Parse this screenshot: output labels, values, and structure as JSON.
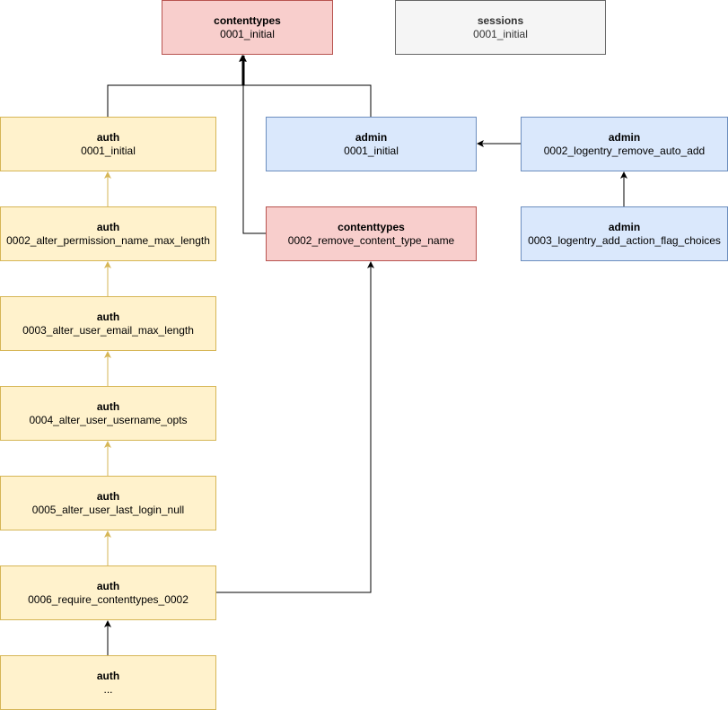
{
  "colors": {
    "red_fill": "#f8cecc",
    "red_stroke": "#b85450",
    "gray_fill": "#f5f5f5",
    "gray_stroke": "#666666",
    "yellow_fill": "#fff2cc",
    "yellow_stroke": "#d6b656",
    "blue_fill": "#dae8fc",
    "blue_stroke": "#6c8ebf",
    "edge_black": "#000000",
    "edge_yellow": "#d6b656"
  },
  "nodes": {
    "contenttypes_0001": {
      "app": "contenttypes",
      "migration": "0001_initial"
    },
    "sessions_0001": {
      "app": "sessions",
      "migration": "0001_initial"
    },
    "auth_0001": {
      "app": "auth",
      "migration": "0001_initial"
    },
    "admin_0001": {
      "app": "admin",
      "migration": "0001_initial"
    },
    "admin_0002": {
      "app": "admin",
      "migration": "0002_logentry_remove_auto_add"
    },
    "auth_0002": {
      "app": "auth",
      "migration": "0002_alter_permission_name_max_length"
    },
    "contenttypes_0002": {
      "app": "contenttypes",
      "migration": "0002_remove_content_type_name"
    },
    "admin_0003": {
      "app": "admin",
      "migration": "0003_logentry_add_action_flag_choices"
    },
    "auth_0003": {
      "app": "auth",
      "migration": "0003_alter_user_email_max_length"
    },
    "auth_0004": {
      "app": "auth",
      "migration": "0004_alter_user_username_opts"
    },
    "auth_0005": {
      "app": "auth",
      "migration": "0005_alter_user_last_login_null"
    },
    "auth_0006": {
      "app": "auth",
      "migration": "0006_require_contenttypes_0002"
    },
    "auth_more": {
      "app": "auth",
      "migration": "..."
    }
  }
}
